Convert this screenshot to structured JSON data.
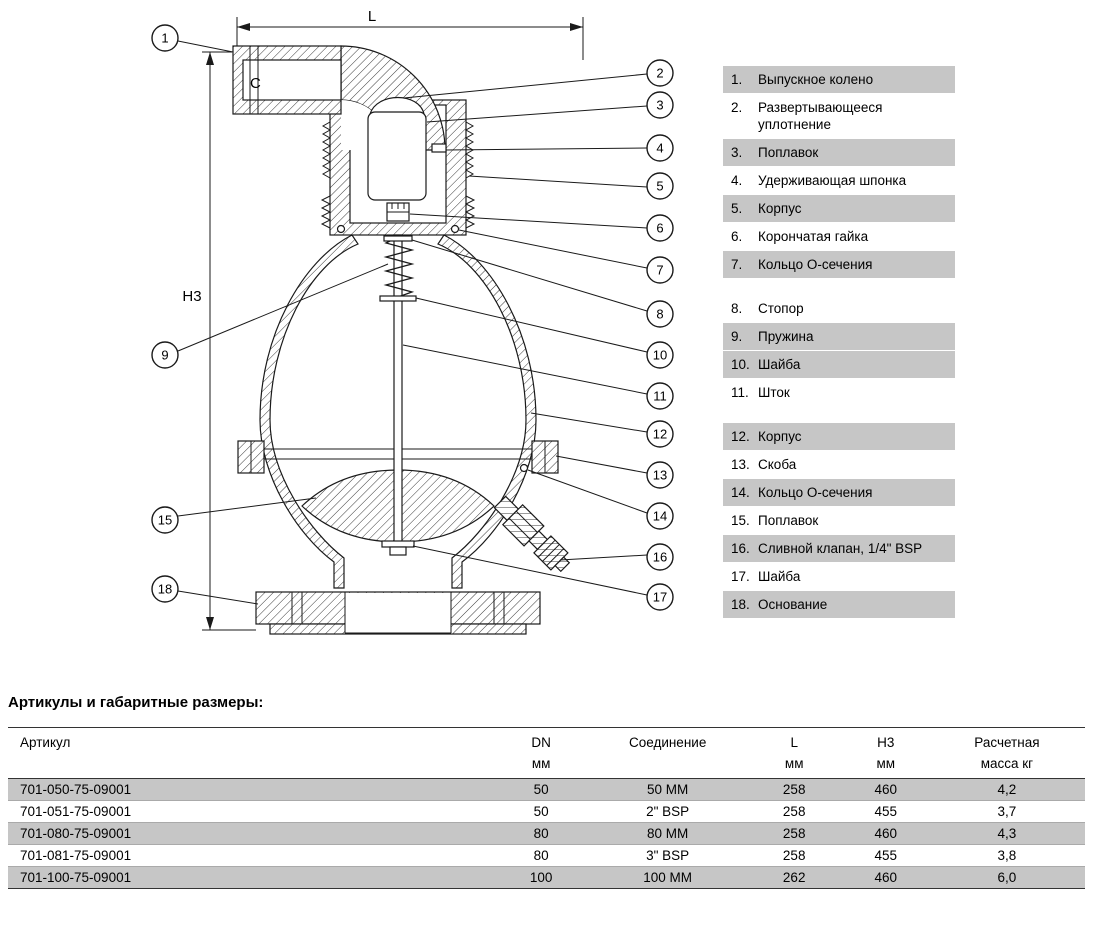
{
  "drawing": {
    "dim_length_label": "L",
    "dim_height_label": "Н3",
    "outlet_label": "C",
    "callouts": [
      "1",
      "2",
      "3",
      "4",
      "5",
      "6",
      "7",
      "8",
      "9",
      "10",
      "11",
      "12",
      "13",
      "14",
      "15",
      "16",
      "17",
      "18"
    ]
  },
  "parts_list": {
    "items": [
      {
        "num": "1.",
        "label": "Выпускное колено"
      },
      {
        "num": "2.",
        "label": "Развертывающееся уплотнение"
      },
      {
        "num": "3.",
        "label": "Поплавок"
      },
      {
        "num": "4.",
        "label": "Удерживающая шпонка"
      },
      {
        "num": "5.",
        "label": "Корпус"
      },
      {
        "num": "6.",
        "label": "Корончатая гайка"
      },
      {
        "num": "7.",
        "label": "Кольцо О-сечения"
      },
      {
        "num": "8.",
        "label": "Стопор"
      },
      {
        "num": "9.",
        "label": "Пружина"
      },
      {
        "num": "10.",
        "label": "Шайба"
      },
      {
        "num": "11.",
        "label": "Шток"
      },
      {
        "num": "12.",
        "label": "Корпус"
      },
      {
        "num": "13.",
        "label": "Скоба"
      },
      {
        "num": "14.",
        "label": "Кольцо О-сечения"
      },
      {
        "num": "15.",
        "label": "Поплавок"
      },
      {
        "num": "16.",
        "label": "Сливной клапан, 1/4\" BSP"
      },
      {
        "num": "17.",
        "label": "Шайба"
      },
      {
        "num": "18.",
        "label": "Основание"
      }
    ]
  },
  "table": {
    "heading": "Артикулы и габаритные размеры:",
    "header_row1": [
      "Артикул",
      "DN",
      "Соединение",
      "L",
      "H3",
      "Расчетная"
    ],
    "header_row2": [
      "",
      "мм",
      "",
      "мм",
      "мм",
      "масса кг"
    ],
    "rows": [
      [
        "701-050-75-09001",
        "50",
        "50 MM",
        "258",
        "460",
        "4,2"
      ],
      [
        "701-051-75-09001",
        "50",
        "2\" BSP",
        "258",
        "455",
        "3,7"
      ],
      [
        "701-080-75-09001",
        "80",
        "80 MM",
        "258",
        "460",
        "4,3"
      ],
      [
        "701-081-75-09001",
        "80",
        "3\" BSP",
        "258",
        "455",
        "3,8"
      ],
      [
        "701-100-75-09001",
        "100",
        "100 MM",
        "262",
        "460",
        "6,0"
      ]
    ]
  },
  "colors": {
    "row_highlight": "#c6c6c6",
    "line": "#1a1a1a"
  }
}
